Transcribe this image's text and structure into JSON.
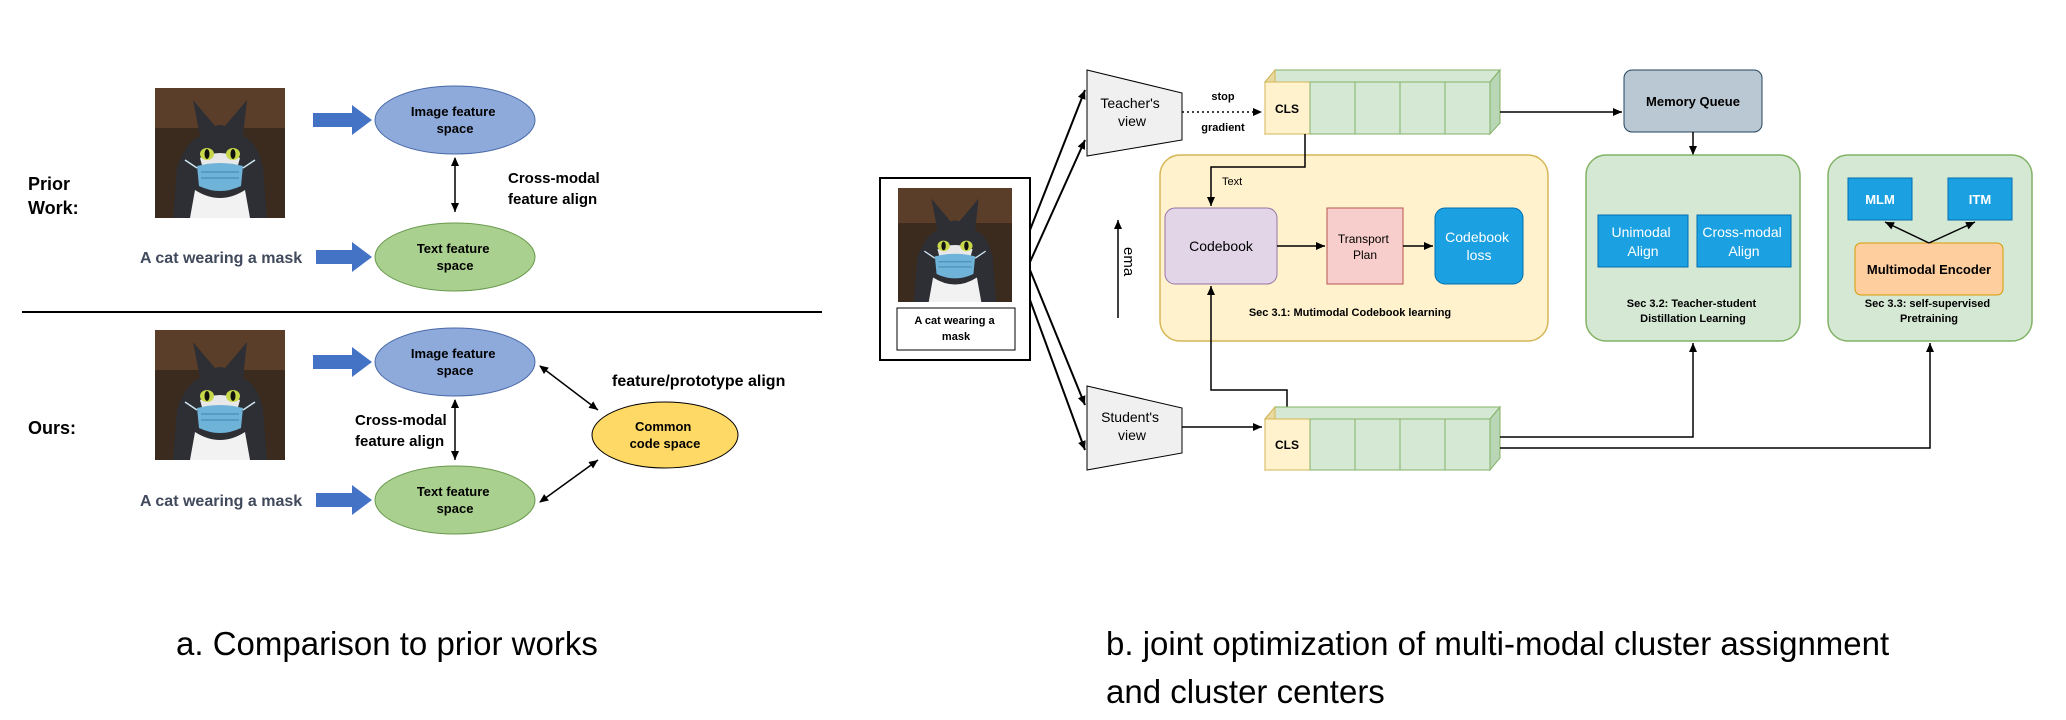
{
  "panel_a": {
    "prior_label": [
      "Prior",
      "Work:"
    ],
    "ours_label": "Ours:",
    "image_space": [
      "Image feature",
      "space"
    ],
    "text_space": [
      "Text feature",
      "space"
    ],
    "caption_text": "A cat wearing a mask",
    "prior_align": [
      "Cross-modal",
      "feature align"
    ],
    "ours_align": [
      "Cross-modal",
      "feature align"
    ],
    "proto_align": "feature/prototype align",
    "code_space": [
      "Common",
      "code space"
    ],
    "caption": "a. Comparison to prior works"
  },
  "panel_b": {
    "image_caption": [
      "A cat wearing a",
      "mask"
    ],
    "teacher_view": [
      "Teacher's",
      "view"
    ],
    "student_view": [
      "Student's",
      "view"
    ],
    "stop_gradient": [
      "stop",
      "gradient"
    ],
    "cls": "CLS",
    "text_arrow": "Text",
    "ema": "ema",
    "codebook": "Codebook",
    "transport_plan": [
      "Transport",
      "Plan"
    ],
    "codebook_loss": [
      "Codebook",
      "loss"
    ],
    "sec31": "Sec 3.1: Mutimodal Codebook learning",
    "memory_queue": "Memory Queue",
    "unimodal_align": [
      "Unimodal",
      "Align"
    ],
    "crossmodal_align": [
      "Cross-modal",
      "Align"
    ],
    "sec32": [
      "Sec 3.2: Teacher-student",
      "Distillation Learning"
    ],
    "mlm": "MLM",
    "itm": "ITM",
    "multimodal_encoder": "Multimodal Encoder",
    "sec33": [
      "Sec 3.3: self-supervised",
      "Pretraining"
    ],
    "caption": [
      "b. joint optimization of multi-modal cluster assignment",
      "and cluster centers"
    ]
  },
  "colors": {
    "image_space": "#8eaadb",
    "text_space": "#a9d08e",
    "code_space": "#ffd966",
    "blue_arrow": "#4472c4",
    "dark_text": "#404a5c",
    "sec31_bg": "#fff2cc",
    "sec31_border": "#d6b656",
    "green_bg": "#d5e8d4",
    "green_border": "#82b366",
    "codebook": "#e1d5e7",
    "transport": "#f8cecc",
    "blue_box": "#1ba1e2",
    "memory_queue": "#bac8d3",
    "encoder": "#ffce9f",
    "token_green": "#d5e8d4",
    "token_cls": "#fff2cc",
    "view_fill": "#f0f0f0"
  },
  "icons": [
    "cat-photo-icon"
  ]
}
